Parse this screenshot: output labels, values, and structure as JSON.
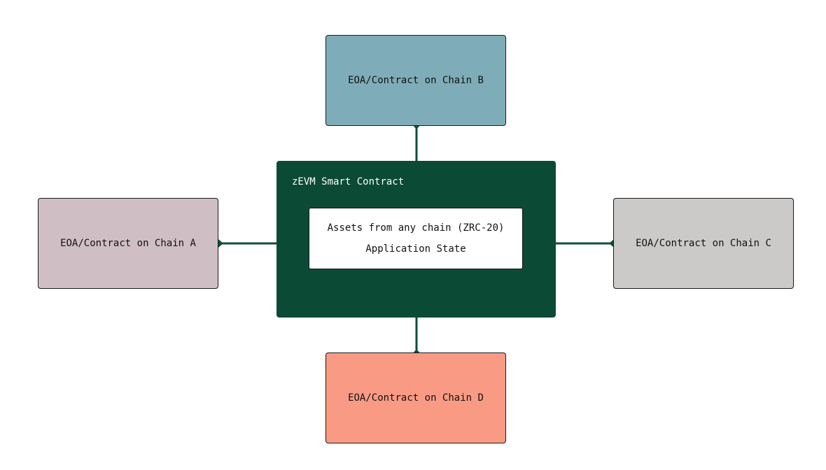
{
  "colors": {
    "chain_a": "#cfbfc4",
    "chain_b": "#7eadb9",
    "chain_c": "#cbcac8",
    "chain_d": "#f99b84",
    "zevm": "#0b4a34",
    "connector": "#0e4f36"
  },
  "nodes": {
    "chain_a": "EOA/Contract on Chain A",
    "chain_b": "EOA/Contract on Chain B",
    "chain_c": "EOA/Contract on Chain C",
    "chain_d": "EOA/Contract on Chain D"
  },
  "zevm": {
    "title": "zEVM Smart Contract",
    "items": [
      "Assets from any chain (ZRC-20)",
      "Application State"
    ]
  }
}
